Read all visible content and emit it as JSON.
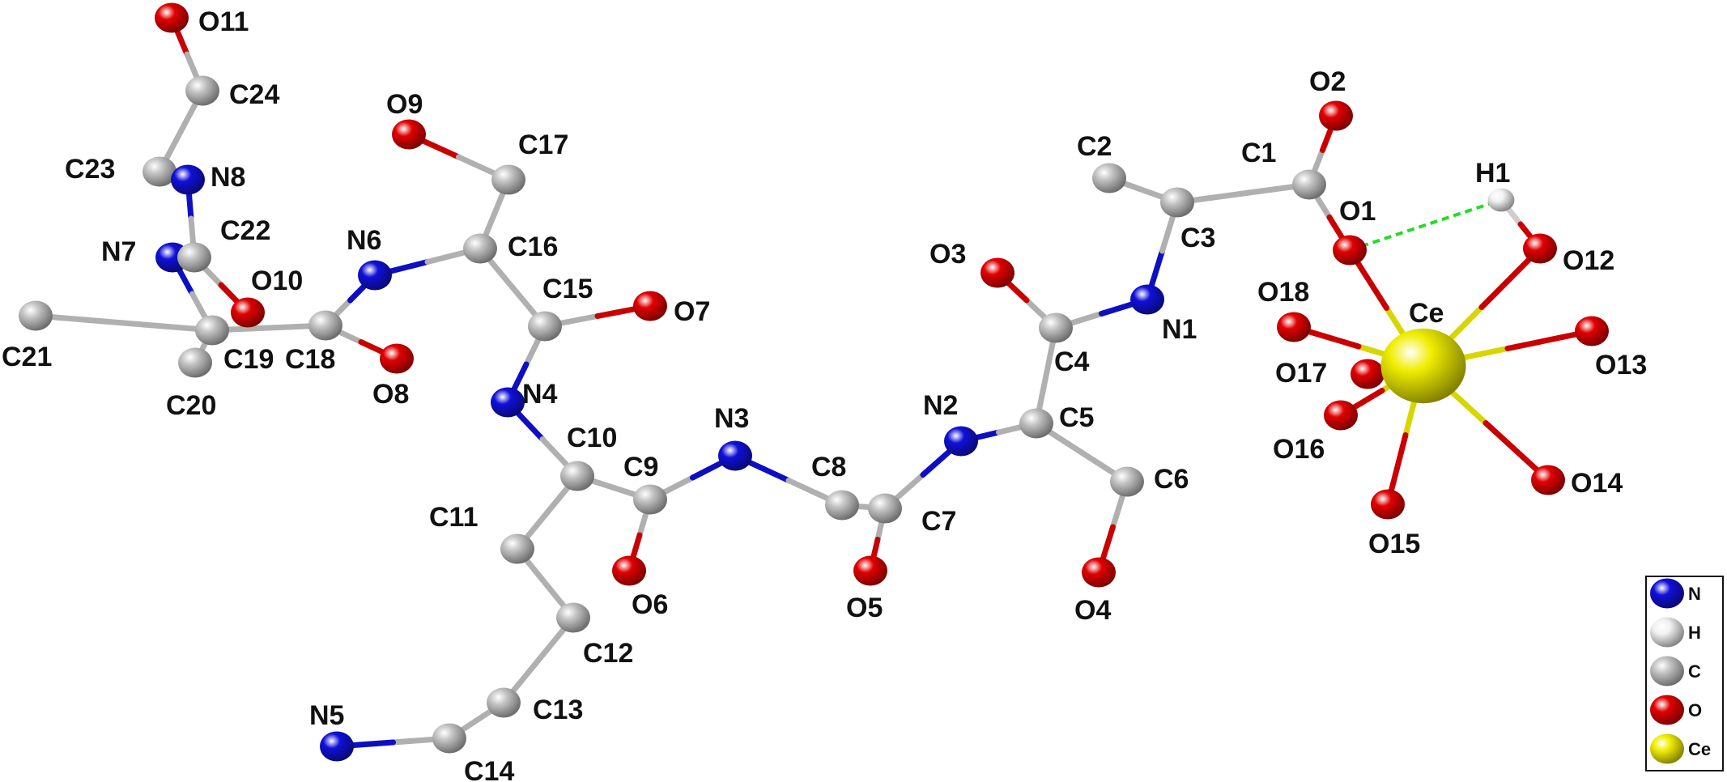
{
  "colors": {
    "N": "#1010d8",
    "H": "#f2f2f2",
    "C": "#c4c4c4",
    "O": "#e00000",
    "Ce": "#f0ee00",
    "hbond": "#22dd22",
    "background": "#ffffff"
  },
  "element_radius": {
    "N": 1.0,
    "H": 0.78,
    "C": 1.0,
    "O": 1.0,
    "Ce": 2.5
  },
  "legend": {
    "items": [
      {
        "element": "N",
        "label": "N"
      },
      {
        "element": "H",
        "label": "H"
      },
      {
        "element": "C",
        "label": "C"
      },
      {
        "element": "O",
        "label": "O"
      },
      {
        "element": "Ce",
        "label": "Ce"
      }
    ]
  },
  "atoms": [
    {
      "id": "O11",
      "el": "O",
      "label": "O11"
    },
    {
      "id": "C24",
      "el": "C",
      "label": "C24"
    },
    {
      "id": "C23",
      "el": "C",
      "label": "C23"
    },
    {
      "id": "N8",
      "el": "N",
      "label": "N8"
    },
    {
      "id": "N7",
      "el": "N",
      "label": "N7"
    },
    {
      "id": "C22",
      "el": "C",
      "label": "C22"
    },
    {
      "id": "O10",
      "el": "O",
      "label": "O10"
    },
    {
      "id": "C21",
      "el": "C",
      "label": "C21"
    },
    {
      "id": "C19",
      "el": "C",
      "label": "C19"
    },
    {
      "id": "C20",
      "el": "C",
      "label": "C20"
    },
    {
      "id": "C18",
      "el": "C",
      "label": "C18"
    },
    {
      "id": "O8",
      "el": "O",
      "label": "O8"
    },
    {
      "id": "N6",
      "el": "N",
      "label": "N6"
    },
    {
      "id": "O9",
      "el": "O",
      "label": "O9"
    },
    {
      "id": "C17",
      "el": "C",
      "label": "C17"
    },
    {
      "id": "C16",
      "el": "C",
      "label": "C16"
    },
    {
      "id": "C15",
      "el": "C",
      "label": "C15"
    },
    {
      "id": "O7",
      "el": "O",
      "label": "O7"
    },
    {
      "id": "N4",
      "el": "N",
      "label": "N4"
    },
    {
      "id": "C10",
      "el": "C",
      "label": "C10"
    },
    {
      "id": "C11",
      "el": "C",
      "label": "C11"
    },
    {
      "id": "C12",
      "el": "C",
      "label": "C12"
    },
    {
      "id": "C13",
      "el": "C",
      "label": "C13"
    },
    {
      "id": "C14",
      "el": "C",
      "label": "C14"
    },
    {
      "id": "N5",
      "el": "N",
      "label": "N5"
    },
    {
      "id": "C9",
      "el": "C",
      "label": "C9"
    },
    {
      "id": "O6",
      "el": "O",
      "label": "O6"
    },
    {
      "id": "N3",
      "el": "N",
      "label": "N3"
    },
    {
      "id": "C8",
      "el": "C",
      "label": "C8"
    },
    {
      "id": "C7",
      "el": "C",
      "label": "C7"
    },
    {
      "id": "O5",
      "el": "O",
      "label": "O5"
    },
    {
      "id": "N2",
      "el": "N",
      "label": "N2"
    },
    {
      "id": "C5",
      "el": "C",
      "label": "C5"
    },
    {
      "id": "C6",
      "el": "C",
      "label": "C6"
    },
    {
      "id": "O4",
      "el": "O",
      "label": "O4"
    },
    {
      "id": "C4",
      "el": "C",
      "label": "C4"
    },
    {
      "id": "O3",
      "el": "O",
      "label": "O3"
    },
    {
      "id": "N1",
      "el": "N",
      "label": "N1"
    },
    {
      "id": "C3",
      "el": "C",
      "label": "C3"
    },
    {
      "id": "C2",
      "el": "C",
      "label": "C2"
    },
    {
      "id": "C1",
      "el": "C",
      "label": "C1"
    },
    {
      "id": "O2",
      "el": "O",
      "label": "O2"
    },
    {
      "id": "O1",
      "el": "O",
      "label": "O1"
    },
    {
      "id": "H1",
      "el": "H",
      "label": "H1"
    },
    {
      "id": "O12",
      "el": "O",
      "label": "O12"
    },
    {
      "id": "O13",
      "el": "O",
      "label": "O13"
    },
    {
      "id": "O14",
      "el": "O",
      "label": "O14"
    },
    {
      "id": "O15",
      "el": "O",
      "label": "O15"
    },
    {
      "id": "O16",
      "el": "O",
      "label": "O16"
    },
    {
      "id": "O17",
      "el": "O",
      "label": "O17"
    },
    {
      "id": "O18",
      "el": "O",
      "label": "O18"
    },
    {
      "id": "Ce",
      "el": "Ce",
      "label": "Ce"
    }
  ],
  "bonds": [
    [
      "O11",
      "C24"
    ],
    [
      "C24",
      "C23"
    ],
    [
      "C23",
      "N8"
    ],
    [
      "N8",
      "C22"
    ],
    [
      "C22",
      "N7"
    ],
    [
      "N7",
      "C19"
    ],
    [
      "C22",
      "O10"
    ],
    [
      "C21",
      "C19"
    ],
    [
      "C19",
      "C20"
    ],
    [
      "C19",
      "C18"
    ],
    [
      "C18",
      "O8"
    ],
    [
      "C18",
      "N6"
    ],
    [
      "N6",
      "C16"
    ],
    [
      "O9",
      "C17"
    ],
    [
      "C17",
      "C16"
    ],
    [
      "C16",
      "C15"
    ],
    [
      "C15",
      "O7"
    ],
    [
      "C15",
      "N4"
    ],
    [
      "N4",
      "C10"
    ],
    [
      "C10",
      "C11"
    ],
    [
      "C11",
      "C12"
    ],
    [
      "C12",
      "C13"
    ],
    [
      "C13",
      "C14"
    ],
    [
      "C14",
      "N5"
    ],
    [
      "C10",
      "C9"
    ],
    [
      "C9",
      "O6"
    ],
    [
      "C9",
      "N3"
    ],
    [
      "N3",
      "C8"
    ],
    [
      "C8",
      "C7"
    ],
    [
      "C7",
      "O5"
    ],
    [
      "C7",
      "N2"
    ],
    [
      "N2",
      "C5"
    ],
    [
      "C5",
      "C6"
    ],
    [
      "C6",
      "O4"
    ],
    [
      "C5",
      "C4"
    ],
    [
      "C4",
      "O3"
    ],
    [
      "C4",
      "N1"
    ],
    [
      "N1",
      "C3"
    ],
    [
      "C3",
      "C2"
    ],
    [
      "C3",
      "C1"
    ],
    [
      "C1",
      "O2"
    ],
    [
      "C1",
      "O1"
    ],
    [
      "H1",
      "O12"
    ],
    [
      "Ce",
      "O1"
    ],
    [
      "Ce",
      "O12"
    ],
    [
      "Ce",
      "O13"
    ],
    [
      "Ce",
      "O14"
    ],
    [
      "Ce",
      "O15"
    ],
    [
      "Ce",
      "O16"
    ],
    [
      "Ce",
      "O17"
    ],
    [
      "Ce",
      "O18"
    ]
  ],
  "hbonds": [
    [
      "O1",
      "H1"
    ]
  ]
}
